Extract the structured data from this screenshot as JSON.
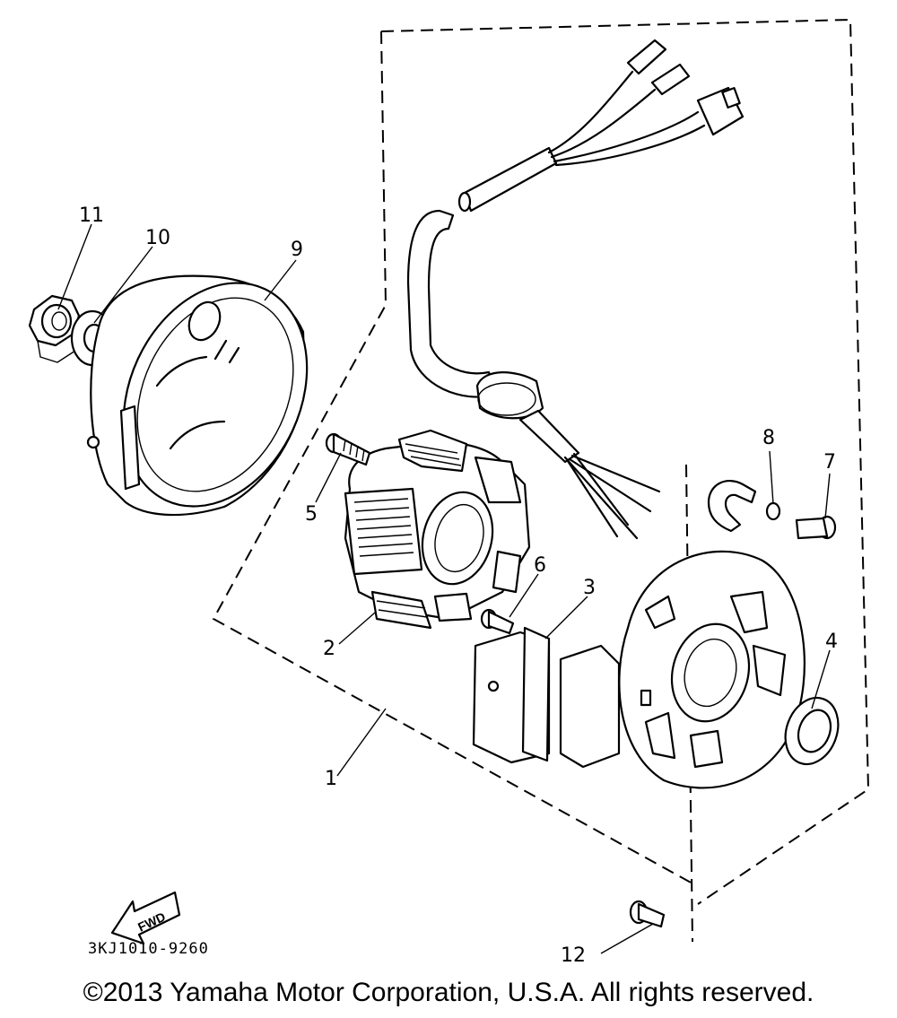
{
  "diagram": {
    "callouts": [
      "1",
      "2",
      "3",
      "4",
      "5",
      "6",
      "7",
      "8",
      "9",
      "10",
      "11",
      "12"
    ],
    "part_code": "3KJ1010-9260",
    "direction_label": "FWD",
    "copyright": "©2013 Yamaha Motor Corporation, U.S.A. All rights reserved."
  }
}
